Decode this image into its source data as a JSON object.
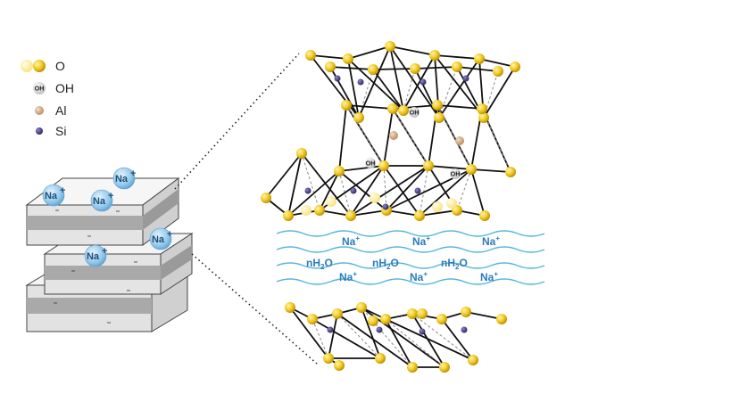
{
  "legend": [
    {
      "symbol": "oxygen",
      "label": "O"
    },
    {
      "symbol": "hydroxyl",
      "label": "OH",
      "glyph": "OH"
    },
    {
      "symbol": "aluminum",
      "label": "Al"
    },
    {
      "symbol": "silicon",
      "label": "Si"
    }
  ],
  "slab_ions": [
    "Na",
    "Na",
    "Na",
    "Na",
    "Na"
  ],
  "ion_superscript": "+",
  "interlayer": {
    "cation": "Na",
    "cation_charge": "+",
    "water_prefix": "nH",
    "water_subscript": "2",
    "water_suffix": "O",
    "rows": [
      [
        "cation",
        "cation",
        "cation"
      ],
      [
        "water",
        "water",
        "water"
      ],
      [
        "cation",
        "cation",
        "cation"
      ]
    ]
  },
  "structure_oh_labels": [
    "OH",
    "OH",
    "OH"
  ],
  "colors": {
    "oxygen": "#f2c91f",
    "oxygen_light": "#f8ee9a",
    "hydroxyl": "#e6e6e6",
    "aluminum": "#c8a27c",
    "silicon": "#3b3580",
    "na_ion": "#8ec5ea",
    "water_wave": "#55b6d9",
    "text_blue": "#2a7bbf"
  }
}
